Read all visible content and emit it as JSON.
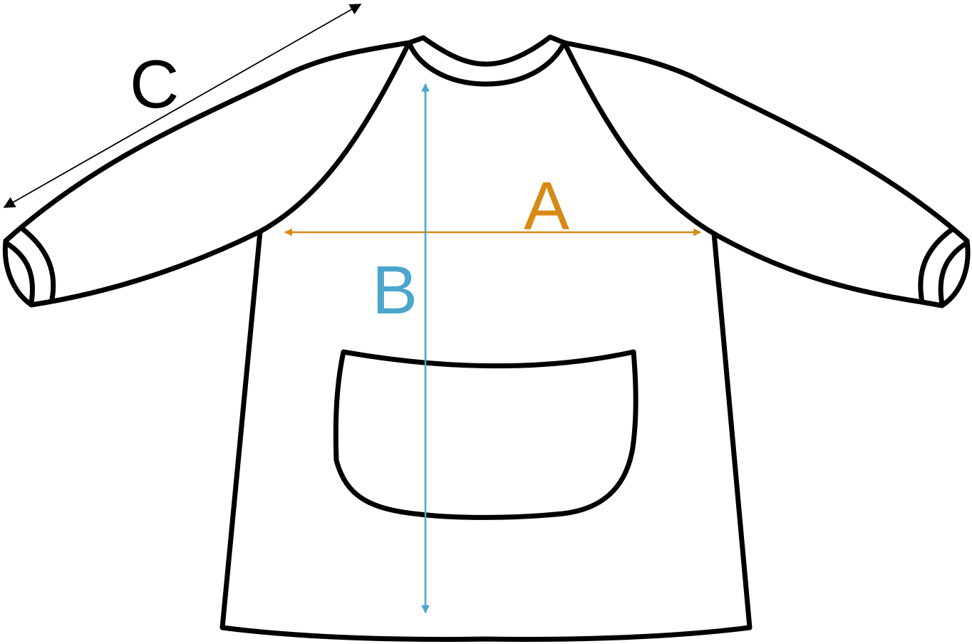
{
  "labels": {
    "a": "A",
    "b": "B",
    "c": "C"
  },
  "colors": {
    "outline": "#000000",
    "dimension_a": "#d98a14",
    "dimension_b": "#4aa6cc",
    "dimension_c": "#000000",
    "background": "#ffffff"
  },
  "icons": {
    "garment": "smock-with-pocket-icon"
  }
}
